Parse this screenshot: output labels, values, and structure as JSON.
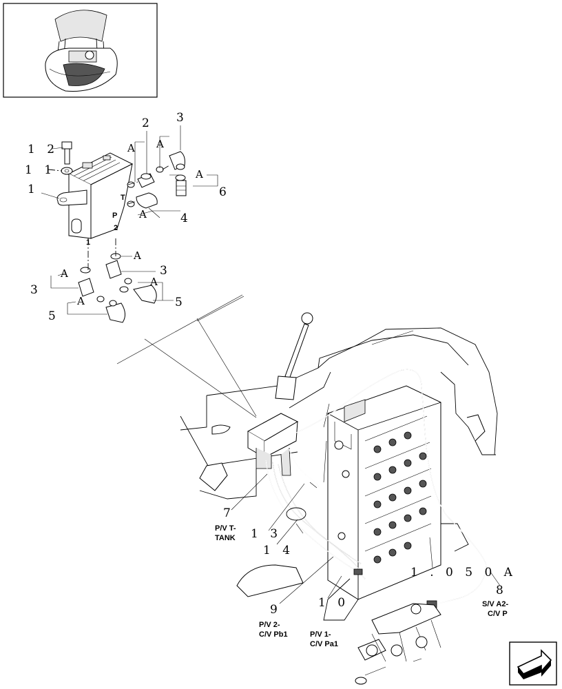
{
  "thumbnail": {
    "icon": "machine-overview-icon"
  },
  "callouts": {
    "c1": "1",
    "c2": "2",
    "c3_top": "3",
    "c4": "4",
    "c6": "6",
    "c11": "1 1",
    "c12": "1 2",
    "c3_mid": "3",
    "c3_left": "3",
    "c5_right": "5",
    "c5_left": "5",
    "c7": "7",
    "c8": "8",
    "c9": "9",
    "c10": "1 0",
    "c13": "1 3",
    "c14": "1 4",
    "ref": "1 . 0 5 0 A"
  },
  "ports": {
    "t": "T",
    "p": "P",
    "p1": "1",
    "p2": "2"
  },
  "detail_marks": {
    "a": "A"
  },
  "hose_labels": {
    "l7a": "P/V T-",
    "l7b": "TANK",
    "l8a": "S/V A2-",
    "l8b": "C/V P",
    "l9a": "P/V 2-",
    "l9b": "C/V Pb1",
    "l10a": "P/V 1-",
    "l10b": "C/V Pa1"
  },
  "nav": {
    "icon": "next-page-arrow-icon"
  }
}
